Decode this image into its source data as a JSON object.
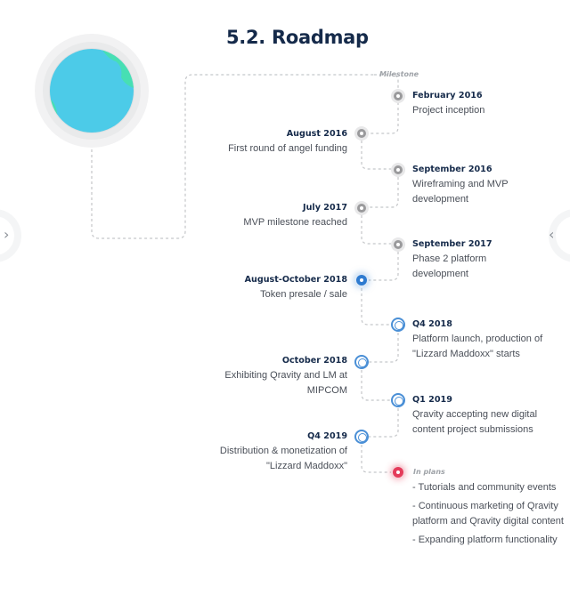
{
  "page": {
    "title": "5.2. Roadmap",
    "milestone_label": "Milestone",
    "in_plans_label": "In plans"
  },
  "colors": {
    "heading": "#152a4a",
    "text": "#4a4f58",
    "past_node": "#9a9a9c",
    "current_node": "#2e7bd0",
    "future_node": "#4a8fd6",
    "plans_node": "#e43b5a",
    "globe_ocean": "#4ccbe8",
    "globe_land": "#47dfb3"
  },
  "icons": {
    "globe": "globe-icon",
    "prev": "chevron-left-icon",
    "next": "chevron-right-icon"
  },
  "timeline": [
    {
      "date": "February 2016",
      "desc": "Project inception",
      "status": "past"
    },
    {
      "date": "August 2016",
      "desc": "First round of angel funding",
      "status": "past"
    },
    {
      "date": "September 2016",
      "desc": "Wireframing and MVP development",
      "status": "past"
    },
    {
      "date": "July 2017",
      "desc": "MVP milestone reached",
      "status": "past"
    },
    {
      "date": "September 2017",
      "desc": "Phase 2 platform development",
      "status": "past"
    },
    {
      "date": "August-October 2018",
      "desc": "Token presale / sale",
      "status": "current"
    },
    {
      "date": "Q4 2018",
      "desc": "Platform launch, production of \"Lizzard Maddoxx\" starts",
      "status": "future"
    },
    {
      "date": "October 2018",
      "desc": "Exhibiting Qravity and LM at MIPCOM",
      "status": "future"
    },
    {
      "date": "Q1 2019",
      "desc": "Qravity accepting new digital content project submissions",
      "status": "future"
    },
    {
      "date": "Q4 2019",
      "desc": "Distribution & monetization of \"Lizzard Maddoxx\"",
      "status": "future"
    }
  ],
  "plans": [
    "- Tutorials and community events",
    "- Continuous marketing of Qravity platform and Qravity digital content",
    "- Expanding platform functionality"
  ]
}
